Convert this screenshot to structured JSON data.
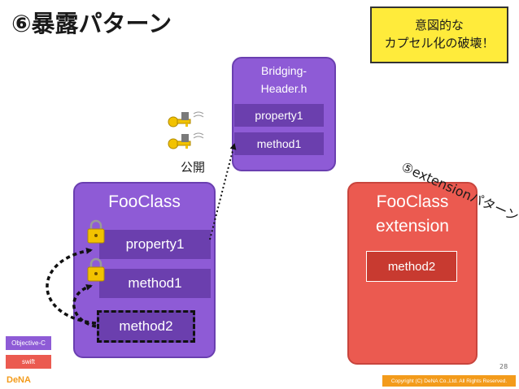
{
  "title": "⑥暴露パターン",
  "callout": {
    "line1": "意図的な",
    "line2": "カプセル化の破壊！"
  },
  "bridging_header": {
    "title_line1": "Bridging-",
    "title_line2": "Header.h",
    "members": [
      "property1",
      "method1"
    ]
  },
  "foo_class": {
    "title": "FooClass",
    "members": [
      "property1",
      "method1",
      "method2"
    ]
  },
  "foo_extension": {
    "title_line1": "FooClass",
    "title_line2": "extension",
    "members": [
      "method2"
    ]
  },
  "public_label": "公開",
  "extension_pattern_label": "⑤extensionパターン",
  "legend": {
    "objc": "Objective-C",
    "swift": "swift"
  },
  "footer": {
    "logo": "DeNA",
    "copyright": "Copyright (C) DeNA Co.,Ltd. All Rights Reserved.",
    "page": "28"
  },
  "colors": {
    "objc_purple": "#8e5bd6",
    "swift_red": "#eb5a50",
    "callout_yellow": "#ffeb3b",
    "brand_orange": "#f39b1b"
  }
}
